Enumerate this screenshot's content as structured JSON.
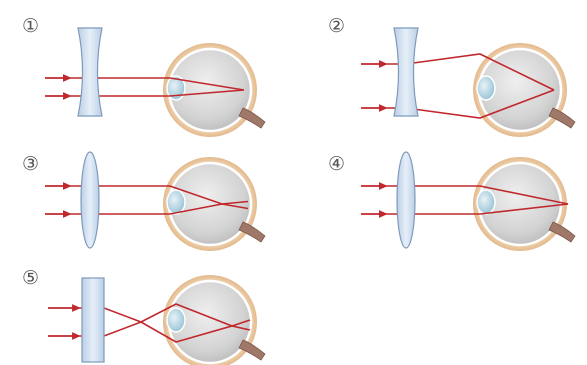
{
  "figure": {
    "panels": [
      {
        "label": "①",
        "lens": "concave",
        "focus": "on-retina"
      },
      {
        "label": "②",
        "lens": "concave",
        "focus": "on-retina"
      },
      {
        "label": "③",
        "lens": "convex",
        "focus": "before-retina"
      },
      {
        "label": "④",
        "lens": "convex",
        "focus": "behind-retina"
      },
      {
        "label": "⑤",
        "lens": "flat-plate",
        "focus": "before-retina"
      }
    ],
    "colors": {
      "ray": "#c0282d",
      "lens_fill": "#cfe0f0",
      "lens_stroke": "#7f9ab8",
      "eye_rim": "#e8c39a",
      "eyeball": "#d6d6d6",
      "eye_lens": "#9fc6d8",
      "optic_nerve": "#a0786a"
    }
  }
}
